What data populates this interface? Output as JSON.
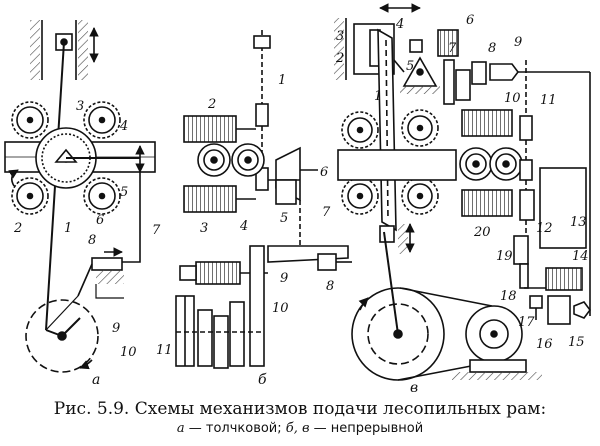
{
  "caption": {
    "line1": "Рис. 5.9. Схемы механизмов подачи лесопильных рам:",
    "line2_parts": [
      {
        "letter": "а",
        "text": " — толчковой; "
      },
      {
        "letter": "б, в",
        "text": " — непрерывной"
      }
    ]
  },
  "panels": {
    "a": {
      "letter": "а",
      "labels": [
        "1",
        "2",
        "3",
        "4",
        "5",
        "6",
        "7",
        "8",
        "9",
        "10"
      ]
    },
    "b": {
      "letter": "б",
      "labels": [
        "1",
        "2",
        "3",
        "4",
        "5",
        "6",
        "7",
        "8",
        "9",
        "10",
        "11"
      ]
    },
    "c": {
      "letter": "в",
      "labels": [
        "1",
        "2",
        "3",
        "4",
        "5",
        "6",
        "7",
        "8",
        "9",
        "10",
        "11",
        "12",
        "13",
        "14",
        "15",
        "16",
        "17",
        "18",
        "19",
        "20"
      ]
    }
  },
  "colors": {
    "ink": "#111111",
    "hatch": "#444444",
    "paper": "#ffffff"
  }
}
